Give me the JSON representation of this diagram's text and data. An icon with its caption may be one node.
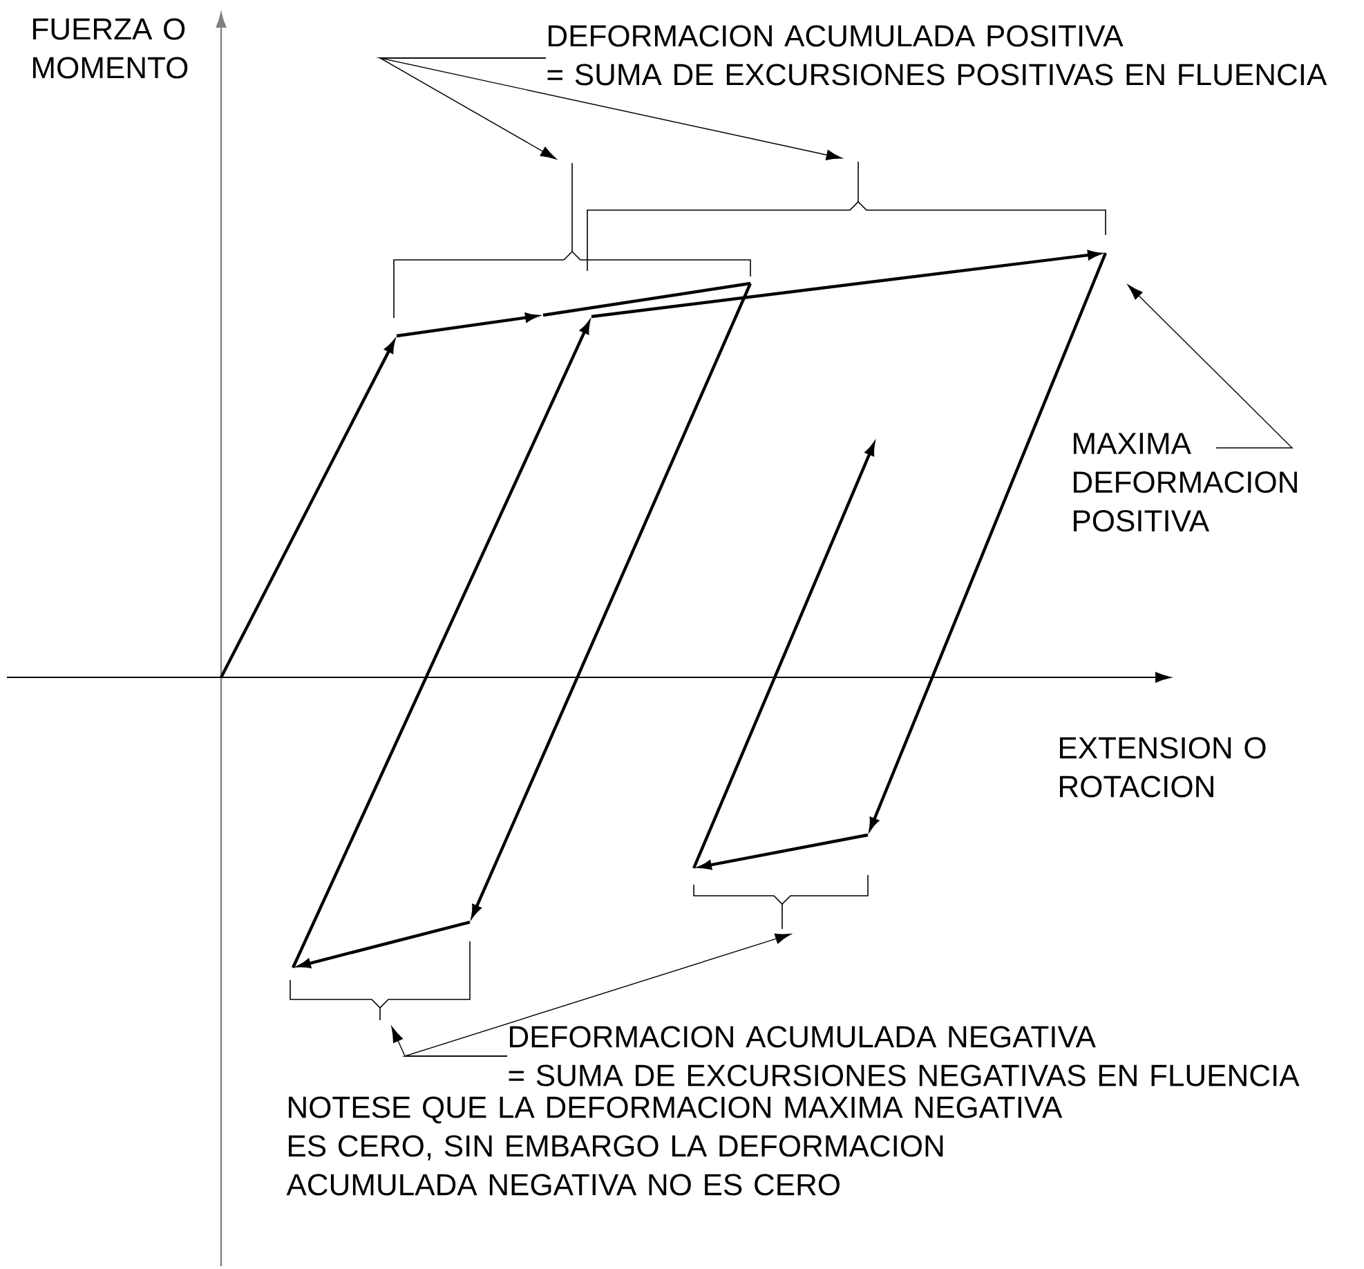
{
  "diagram": {
    "nodes": [
      {
        "text": [
          "DEFORMACION ACUMULADA POSITIVA",
          "= SUMA DE EXCURSIONES POSITIVAS EN FLUENCIA"
        ]
      },
      {
        "text": [],
        "shape": "bracket"
      },
      {
        "text": [],
        "shape": "bracket"
      },
      {
        "text": [
          "MAXIMA DEFORMACION POSITIVA"
        ]
      },
      {
        "text": [
          "DEFORMACION ACUMULADA NEGATIVA",
          "= SUMA DE EXCURSIONES NEGATIVAS EN FLUENCIA"
        ]
      },
      {
        "text": [],
        "shape": "bracket"
      },
      {
        "text": [],
        "shape": "bracket"
      }
    ],
    "edges": [
      {
        "from": 0,
        "to": 1,
        "arrow": "to"
      },
      {
        "from": 0,
        "to": 2,
        "arrow": "to"
      },
      {
        "from": 3,
        "to": null,
        "arrow": "to"
      },
      {
        "from": 4,
        "to": 5,
        "arrow": "to"
      },
      {
        "from": 4,
        "to": 6,
        "arrow": "to"
      }
    ],
    "labels": [
      "FUERZA O MOMENTO",
      "EXTENSION O ROTACION",
      "NOTESE QUE LA DEFORMACION MAXIMA NEGATIVA ES CERO, SIN EMBARGO LA DEFORMACION ACUMULADA NEGATIVA NO ES CERO"
    ]
  }
}
